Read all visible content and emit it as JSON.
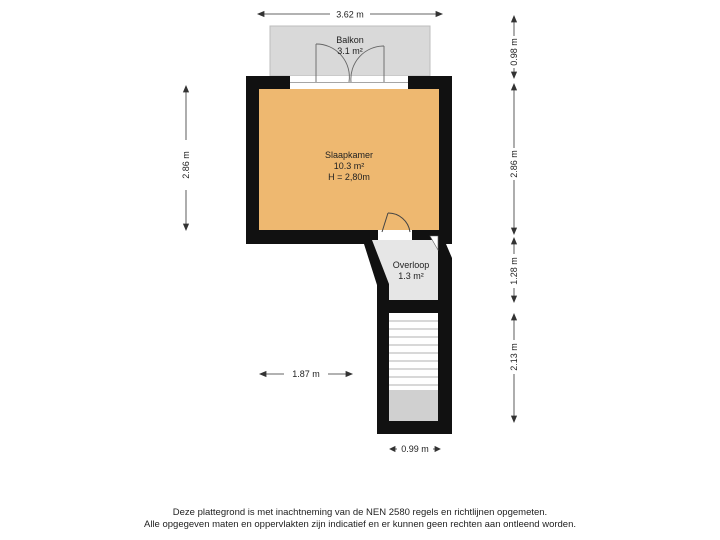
{
  "rooms": {
    "balcony": {
      "name": "Balkon",
      "area": "3.1 m²"
    },
    "bedroom": {
      "name": "Slaapkamer",
      "area": "10.3 m²",
      "height": "H = 2,80m"
    },
    "landing": {
      "name": "Overloop",
      "area": "1.3 m²"
    }
  },
  "dimensions": {
    "top_width": "3.62 m",
    "right_balcony": "0.98 m",
    "right_bedroom": "2.86 m",
    "right_landing": "1.28 m",
    "right_stairs": "2.13 m",
    "left_bedroom": "2.86 m",
    "left_stairs": "1.87 m",
    "bottom_width": "0.99 m"
  },
  "footer": {
    "line1": "Deze plattegrond is met inachtneming van de NEN 2580 regels en richtlijnen opgemeten.",
    "line2": "Alle opgegeven maten en oppervlakten zijn indicatief en er kunnen geen rechten aan ontleend worden."
  },
  "colors": {
    "bedroom_fill": "#eeb870",
    "balcony_fill": "#d9d9d9",
    "floor_fill": "#e6e6e6",
    "wall": "#111111"
  }
}
